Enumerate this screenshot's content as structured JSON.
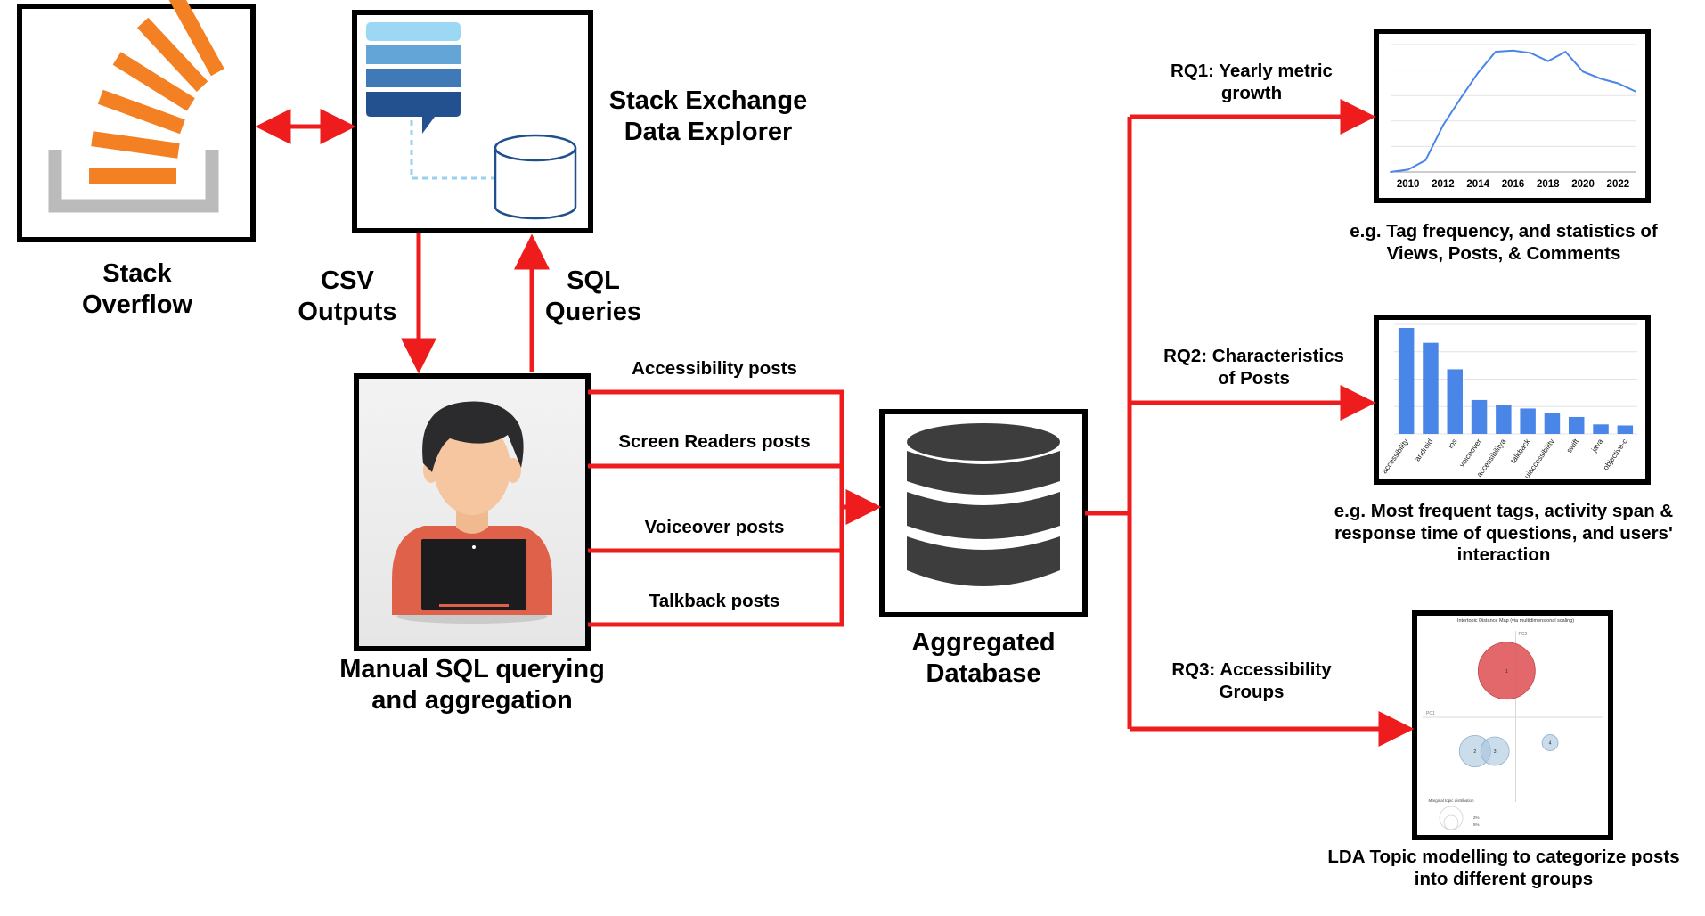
{
  "nodes": {
    "stack_overflow": {
      "title_line1": "Stack",
      "title_line2": "Overflow"
    },
    "data_explorer": {
      "title_line1": "Stack Exchange",
      "title_line2": "Data Explorer"
    },
    "manual_sql": {
      "title_line1": "Manual SQL querying",
      "title_line2": "and aggregation"
    },
    "aggregated_db": {
      "title_line1": "Aggregated",
      "title_line2": "Database"
    }
  },
  "edges": {
    "csv": {
      "line1": "CSV",
      "line2": "Outputs"
    },
    "sql": {
      "line1": "SQL",
      "line2": "Queries"
    },
    "posts": [
      "Accessibility posts",
      "Screen Readers posts",
      "Voiceover posts",
      "Talkback posts"
    ]
  },
  "research_questions": [
    {
      "label_line1": "RQ1: Yearly metric",
      "label_line2": "growth",
      "desc_lines": [
        "e.g. Tag frequency, and statistics of",
        "Views, Posts, & Comments"
      ]
    },
    {
      "label_line1": "RQ2: Characteristics",
      "label_line2": "of Posts",
      "desc_lines": [
        "e.g. Most frequent tags, activity span &",
        "response time of questions, and users'",
        "interaction"
      ]
    },
    {
      "label_line1": "RQ3: Accessibility",
      "label_line2": "Groups",
      "desc_lines": [
        "LDA Topic modelling to categorize posts",
        "into different groups"
      ]
    }
  ],
  "chart_data": [
    {
      "type": "line",
      "x": [
        2009,
        2010,
        2011,
        2012,
        2013,
        2014,
        2015,
        2016,
        2017,
        2018,
        2019,
        2020,
        2021,
        2022,
        2023
      ],
      "values": [
        0,
        2,
        10,
        40,
        63,
        85,
        103,
        104,
        102,
        95,
        103,
        86,
        80,
        76,
        69
      ],
      "x_tick_labels": [
        "2010",
        "2012",
        "2014",
        "2016",
        "2018",
        "2020",
        "2022"
      ],
      "grid": true,
      "color": "#4a86e8"
    },
    {
      "type": "bar",
      "categories": [
        "accessibility",
        "android",
        "ios",
        "voiceover",
        "accessibilitya",
        "talkback",
        "uiaccessibility",
        "swift",
        "java",
        "objective-c"
      ],
      "values": [
        100,
        86,
        61,
        32,
        27,
        24,
        20,
        16,
        9,
        8
      ],
      "grid": true,
      "color": "#4a86e8"
    },
    {
      "type": "scatter",
      "title": "Intertopic Distance Map (via multidimensional scaling)",
      "axis_labels": [
        "PC1",
        "PC2"
      ],
      "topics": [
        {
          "id": "1",
          "cx": -0.1,
          "cy": 0.55,
          "size": 1.0,
          "color": "#e0585c"
        },
        {
          "id": "2",
          "cx": -0.45,
          "cy": -0.4,
          "size": 0.55,
          "color": "#a9c5dd"
        },
        {
          "id": "3",
          "cx": -0.23,
          "cy": -0.4,
          "size": 0.5,
          "color": "#a9c5dd"
        },
        {
          "id": "4",
          "cx": 0.38,
          "cy": -0.3,
          "size": 0.28,
          "color": "#a9c5dd"
        }
      ],
      "legend_title": "Marginal topic distribution",
      "legend_values": [
        "2%",
        "5%"
      ]
    }
  ],
  "colors": {
    "arrow": "#ee1c1c",
    "icon_orange": "#f48024",
    "icon_gray": "#bcbbbb",
    "db_dark": "#3d3d3d",
    "frame": "#000000"
  },
  "icons": [
    "stack-overflow-logo-icon",
    "data-explorer-icon",
    "developer-avatar-icon",
    "database-icon"
  ]
}
